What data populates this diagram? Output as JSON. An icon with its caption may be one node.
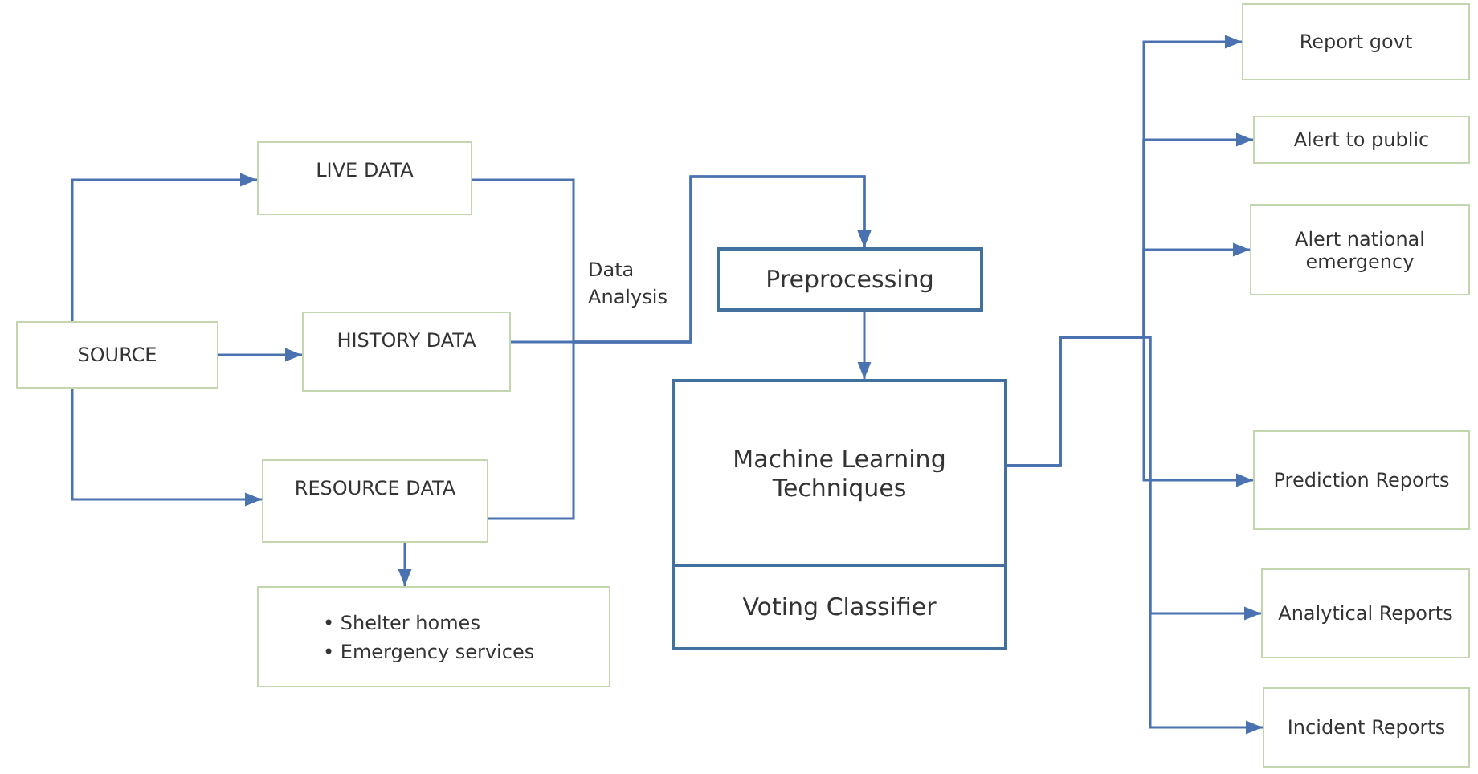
{
  "diagram": {
    "nodes": [
      {
        "text": [
          "SOURCE"
        ]
      },
      {
        "text": [
          "LIVE DATA"
        ]
      },
      {
        "text": [
          "HISTORY DATA"
        ]
      },
      {
        "text": [
          "RESOURCE DATA"
        ]
      },
      {
        "text": [
          "• Shelter homes",
          "• Emergency services"
        ]
      },
      {
        "text": [
          "Preprocessing"
        ]
      },
      {
        "text": [
          "Machine Learning Techniques",
          "Voting Classifier"
        ]
      },
      {
        "text": [
          "Report govt"
        ]
      },
      {
        "text": [
          "Alert to public"
        ]
      },
      {
        "text": [
          "Alert national emergency"
        ]
      },
      {
        "text": [
          "Prediction Reports"
        ]
      },
      {
        "text": [
          "Analytical Reports"
        ]
      },
      {
        "text": [
          "Incident Reports"
        ]
      }
    ],
    "edges": [
      {
        "from": 0,
        "to": 1,
        "arrow": "to"
      },
      {
        "from": 0,
        "to": 2,
        "arrow": "to"
      },
      {
        "from": 0,
        "to": 3,
        "arrow": "to"
      },
      {
        "from": 3,
        "to": 4,
        "arrow": "to"
      },
      {
        "from": 1,
        "to": 5,
        "arrow": "to"
      },
      {
        "from": 2,
        "to": 5,
        "arrow": "to"
      },
      {
        "from": 3,
        "to": 5,
        "arrow": "to"
      },
      {
        "from": 5,
        "to": 6,
        "arrow": "to"
      },
      {
        "from": 6,
        "to": 7,
        "arrow": "to"
      },
      {
        "from": 6,
        "to": 8,
        "arrow": "to"
      },
      {
        "from": 6,
        "to": 9,
        "arrow": "to"
      },
      {
        "from": 6,
        "to": 10,
        "arrow": "to"
      },
      {
        "from": 6,
        "to": 11,
        "arrow": "to"
      },
      {
        "from": 6,
        "to": 12,
        "arrow": "to"
      }
    ],
    "labels": [
      "Data Analysis"
    ]
  }
}
